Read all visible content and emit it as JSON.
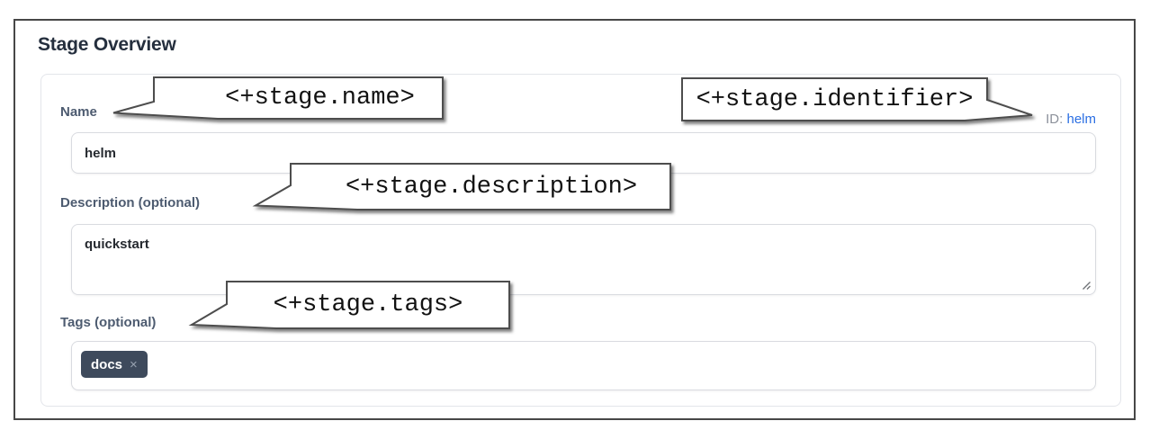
{
  "heading": "Stage Overview",
  "fields": {
    "name": {
      "label": "Name",
      "value": "helm"
    },
    "id": {
      "label": "ID:",
      "value": "helm"
    },
    "description": {
      "label": "Description (optional)",
      "value": "quickstart"
    },
    "tags": {
      "label": "Tags (optional)"
    }
  },
  "tags": {
    "chips": [
      {
        "label": "docs",
        "remove": "×"
      }
    ]
  },
  "callouts": {
    "name": "<+stage.name>",
    "identifier": "<+stage.identifier>",
    "description": "<+stage.description>",
    "tags": "<+stage.tags>"
  },
  "colors": {
    "id_link_blue": "#2b6fe3",
    "chip_background": "#3e4a5c",
    "label_slate": "#4d5b70",
    "callout_border": "#4d4d4d"
  }
}
